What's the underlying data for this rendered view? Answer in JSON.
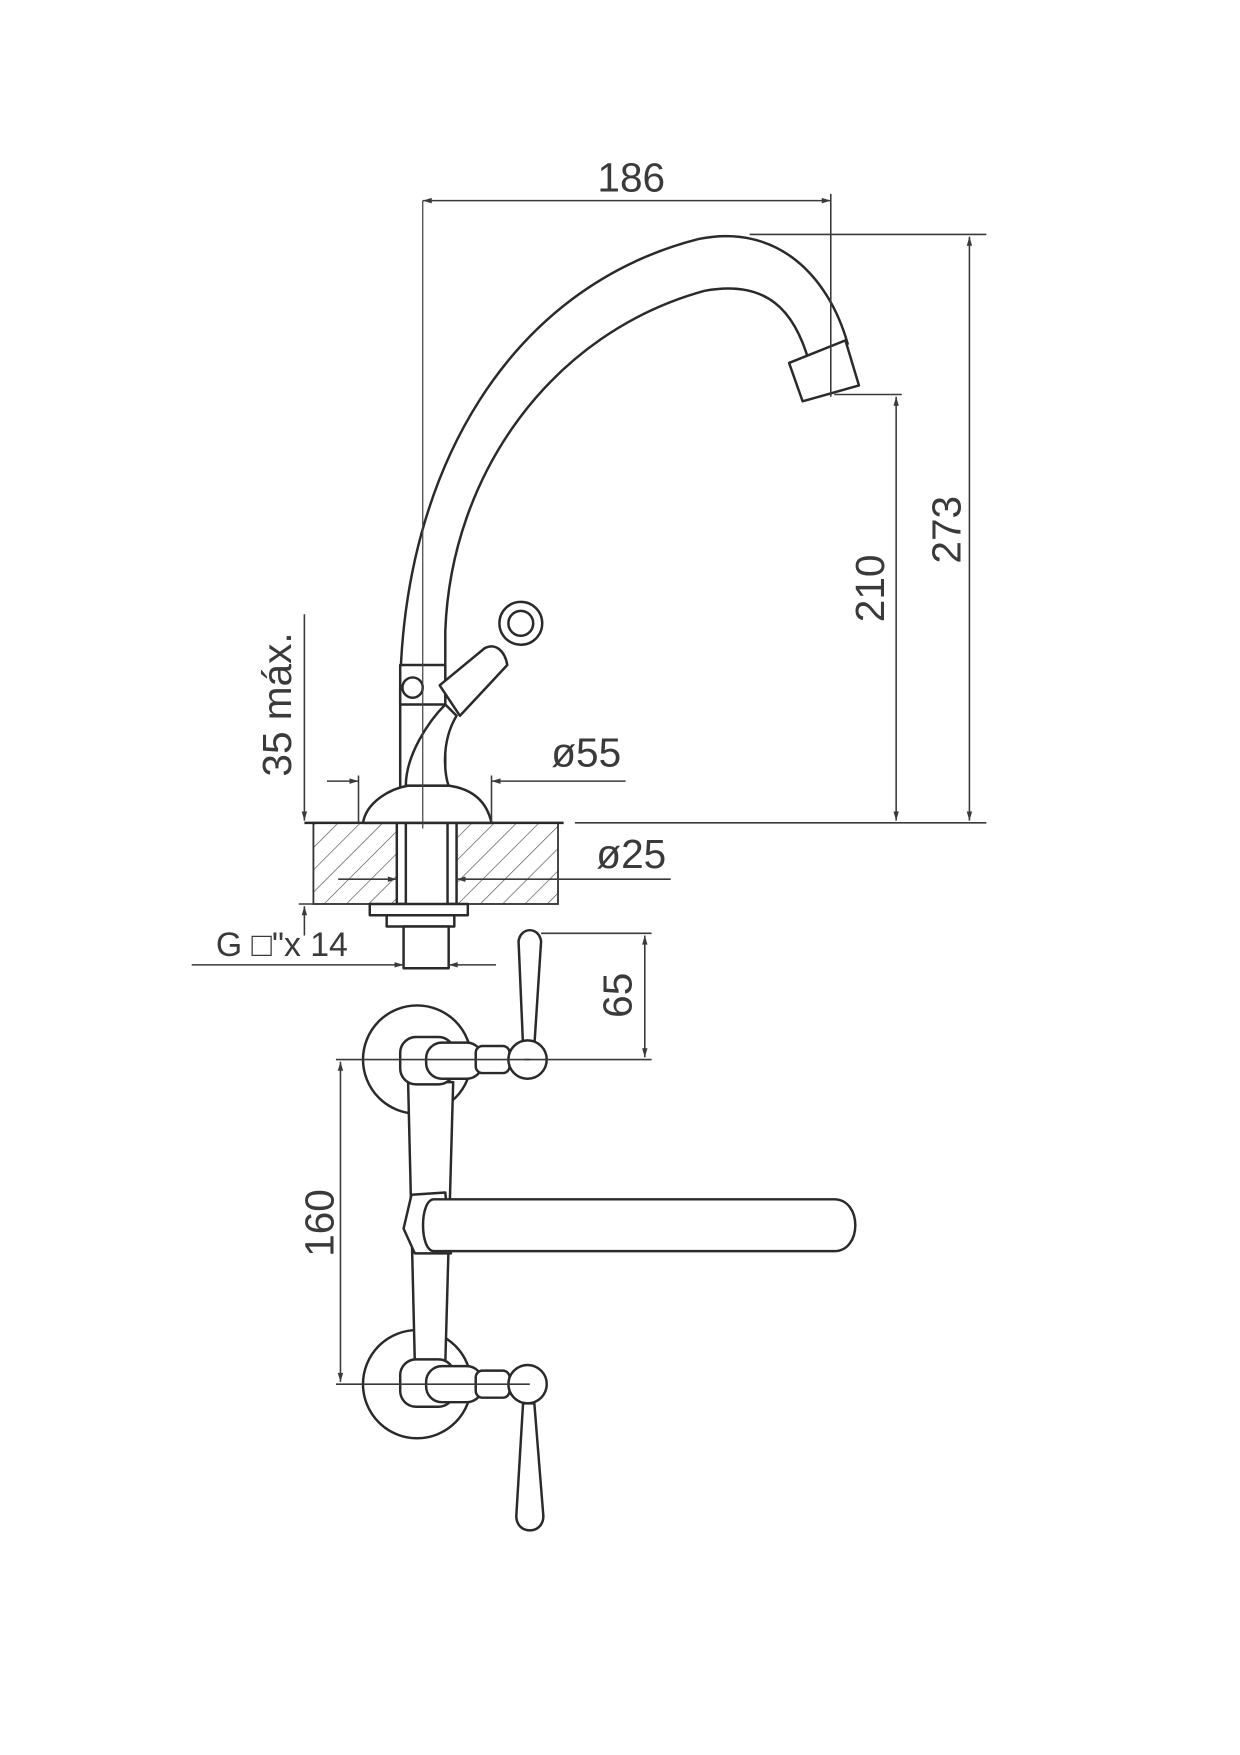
{
  "drawing": {
    "title": "Faucet dimensional drawing",
    "units": "mm",
    "dimensions": {
      "spout_reach": "186",
      "total_height": "273",
      "spout_outlet_height": "210",
      "max_counter_thickness": "35 máx.",
      "base_diameter": "ø55",
      "hole_diameter": "ø25",
      "thread": "G □\"x 14",
      "lever_height": "65",
      "wall_center_distance": "160"
    }
  }
}
